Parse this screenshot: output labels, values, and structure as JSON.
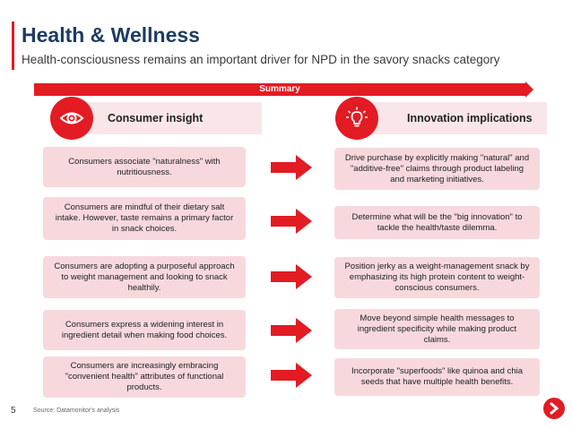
{
  "header": {
    "title": "Health & Wellness",
    "subtitle": "Health-consciousness remains an important driver for NPD in the savory snacks category"
  },
  "summary_label": "Summary",
  "columns": {
    "left": {
      "label": "Consumer  insight",
      "icon": "eye-icon"
    },
    "right": {
      "label": "Innovation implications",
      "icon": "lightbulb-icon"
    }
  },
  "rows": [
    {
      "insight": "Consumers associate \"naturalness\" with nutritiousness.",
      "implication": "Drive purchase by explicitly making \"natural\" and \"additive-free\" claims through product labeling and marketing initiatives."
    },
    {
      "insight": "Consumers are mindful of their dietary salt intake. However, taste remains a primary factor in snack choices.",
      "implication": "Determine what will be the \"big innovation\" to tackle the health/taste dilemma."
    },
    {
      "insight": "Consumers are adopting a purposeful approach to weight management and looking to snack healthily.",
      "implication": "Position jerky as a weight-management snack by emphasizing its high protein content to weight-conscious consumers."
    },
    {
      "insight": "Consumers express a widening interest in ingredient detail when making food choices.",
      "implication": "Move beyond simple health messages to ingredient specificity while making product claims."
    },
    {
      "insight": "Consumers are increasingly embracing \"convenient health\" attributes of functional products.",
      "implication": "Incorporate \"superfoods\" like quinoa and chia seeds that have multiple health benefits."
    }
  ],
  "footer": {
    "page_number": "5",
    "source": "Source: Datamonitor's analysis"
  },
  "colors": {
    "accent": "#e31b23",
    "title": "#1f3b63",
    "box_fill": "#f7d9dd",
    "header_fill": "#f9e6e9"
  }
}
